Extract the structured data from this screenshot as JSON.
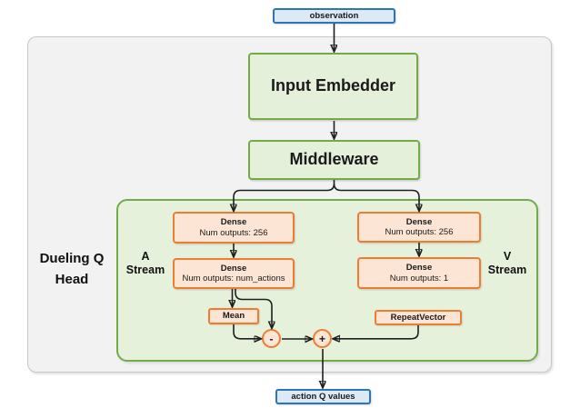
{
  "io": {
    "observation": "observation",
    "action_q_values": "action Q values"
  },
  "network": {
    "input_embedder": "Input Embedder",
    "middleware": "Middleware",
    "head": {
      "label_line1": "Dueling Q",
      "label_line2": "Head",
      "a_stream": {
        "label_line1": "A",
        "label_line2": "Stream",
        "dense1": {
          "name": "Dense",
          "detail": "Num outputs: 256"
        },
        "dense2": {
          "name": "Dense",
          "detail": "Num outputs: num_actions"
        },
        "mean": "Mean"
      },
      "v_stream": {
        "label_line1": "V",
        "label_line2": "Stream",
        "dense1": {
          "name": "Dense",
          "detail": "Num outputs: 256"
        },
        "dense2": {
          "name": "Dense",
          "detail": "Num outputs: 1"
        },
        "repeat_vector": "RepeatVector"
      },
      "operators": {
        "subtract": "-",
        "add": "+"
      }
    }
  },
  "colors": {
    "io_border": "#2E75B6",
    "io_fill": "#DCE9F7",
    "green_border": "#70AD47",
    "green_fill": "#E4F0DA",
    "green_container_fill": "#E6F1DC",
    "orange_border": "#ED7D31",
    "orange_fill": "#FCE5D5",
    "container_fill": "#F2F2F3",
    "container_border": "#C7C8CA",
    "arrow": "#1F1F1F"
  }
}
